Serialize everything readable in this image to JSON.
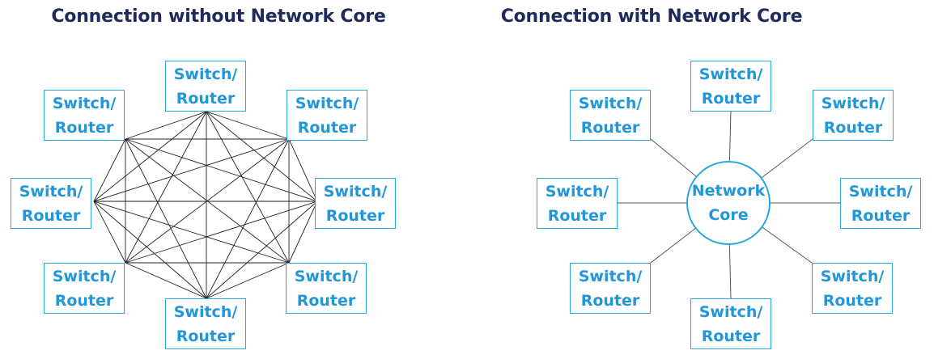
{
  "diagram_left": {
    "title": "Connection without Network Core",
    "node_line1": "Switch/",
    "node_line2": "Router"
  },
  "diagram_right": {
    "title": "Connection with Network Core",
    "node_line1": "Switch/",
    "node_line2": "Router",
    "core_line1": "Network",
    "core_line2": "Core"
  },
  "colors": {
    "title": "#1f2a5c",
    "node_border": "#2aa7e0",
    "node_text": "#2196d9",
    "link": "#222222",
    "spoke": "#555555"
  }
}
